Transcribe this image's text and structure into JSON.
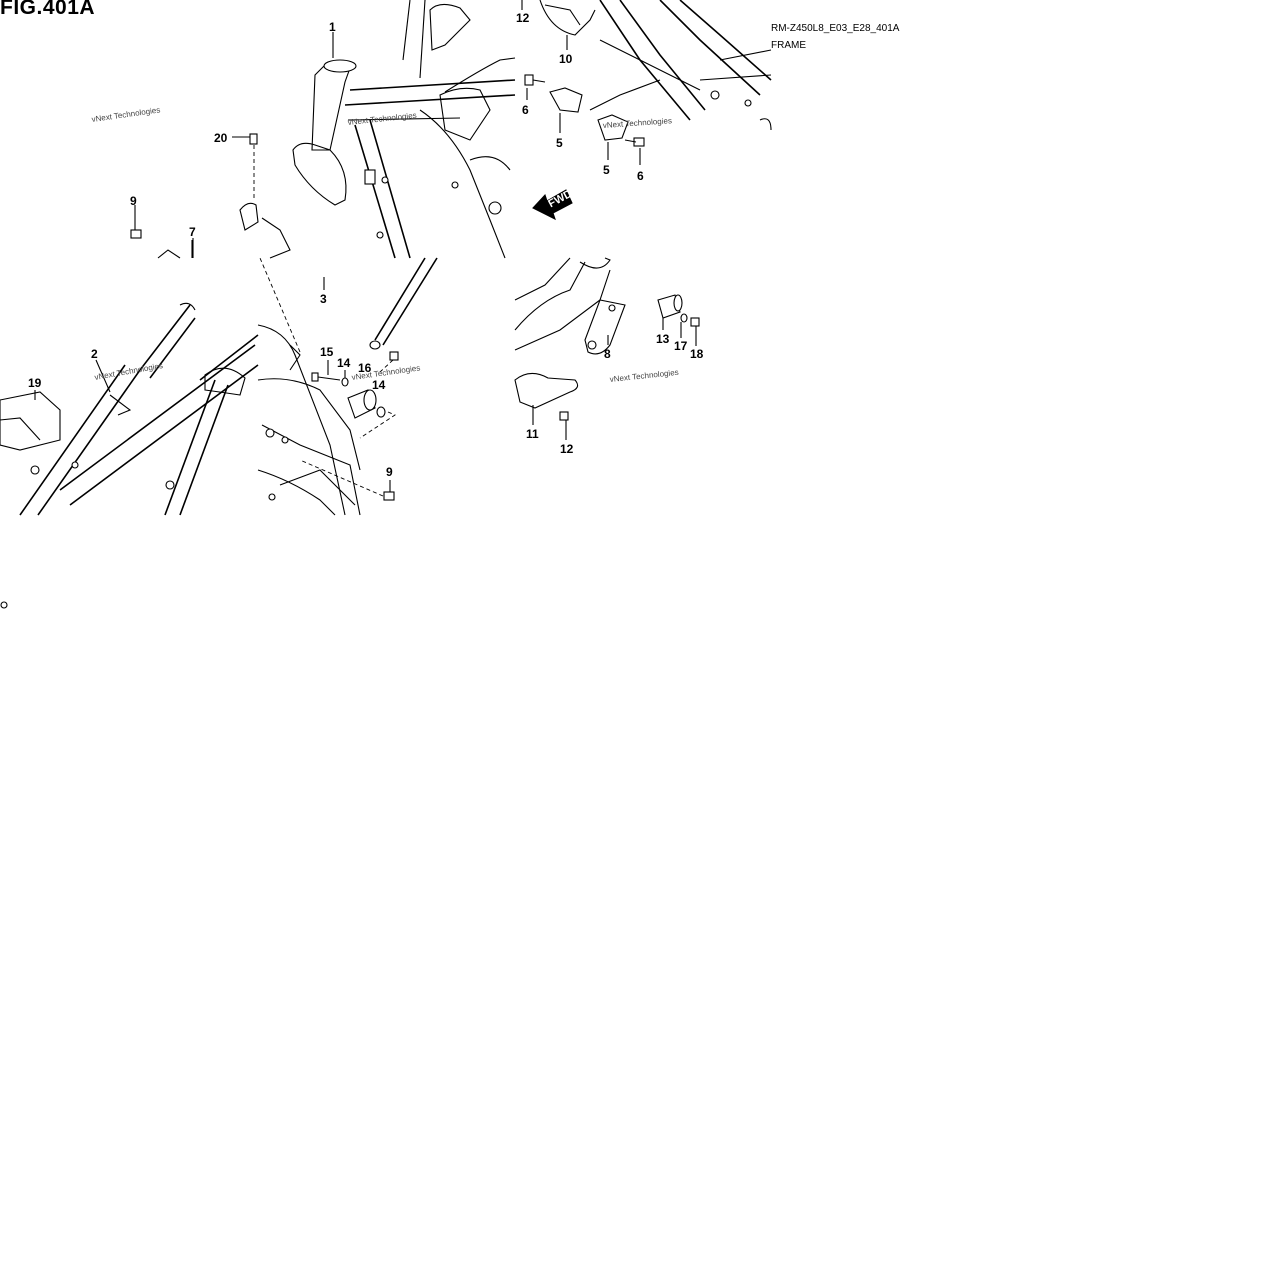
{
  "header": {
    "figure_id": "FIG.401A",
    "model_code": "RM-Z450L8_E03_E28_401A",
    "section_name": "FRAME"
  },
  "watermark": "vNext Technologies",
  "fwd_label": "FWD",
  "callouts": {
    "c1": "1",
    "c2": "2",
    "c3": "3",
    "c5a": "5",
    "c5b": "5",
    "c6a": "6",
    "c6b": "6",
    "c7": "7",
    "c8": "8",
    "c9a": "9",
    "c9b": "9",
    "c10": "10",
    "c11": "11",
    "c12a": "12",
    "c12b": "12",
    "c13": "13",
    "c14": "14",
    "c15": "15",
    "c16": "16",
    "c17": "17",
    "c18": "18",
    "c19": "19",
    "c20": "20",
    "c14b": "14"
  }
}
